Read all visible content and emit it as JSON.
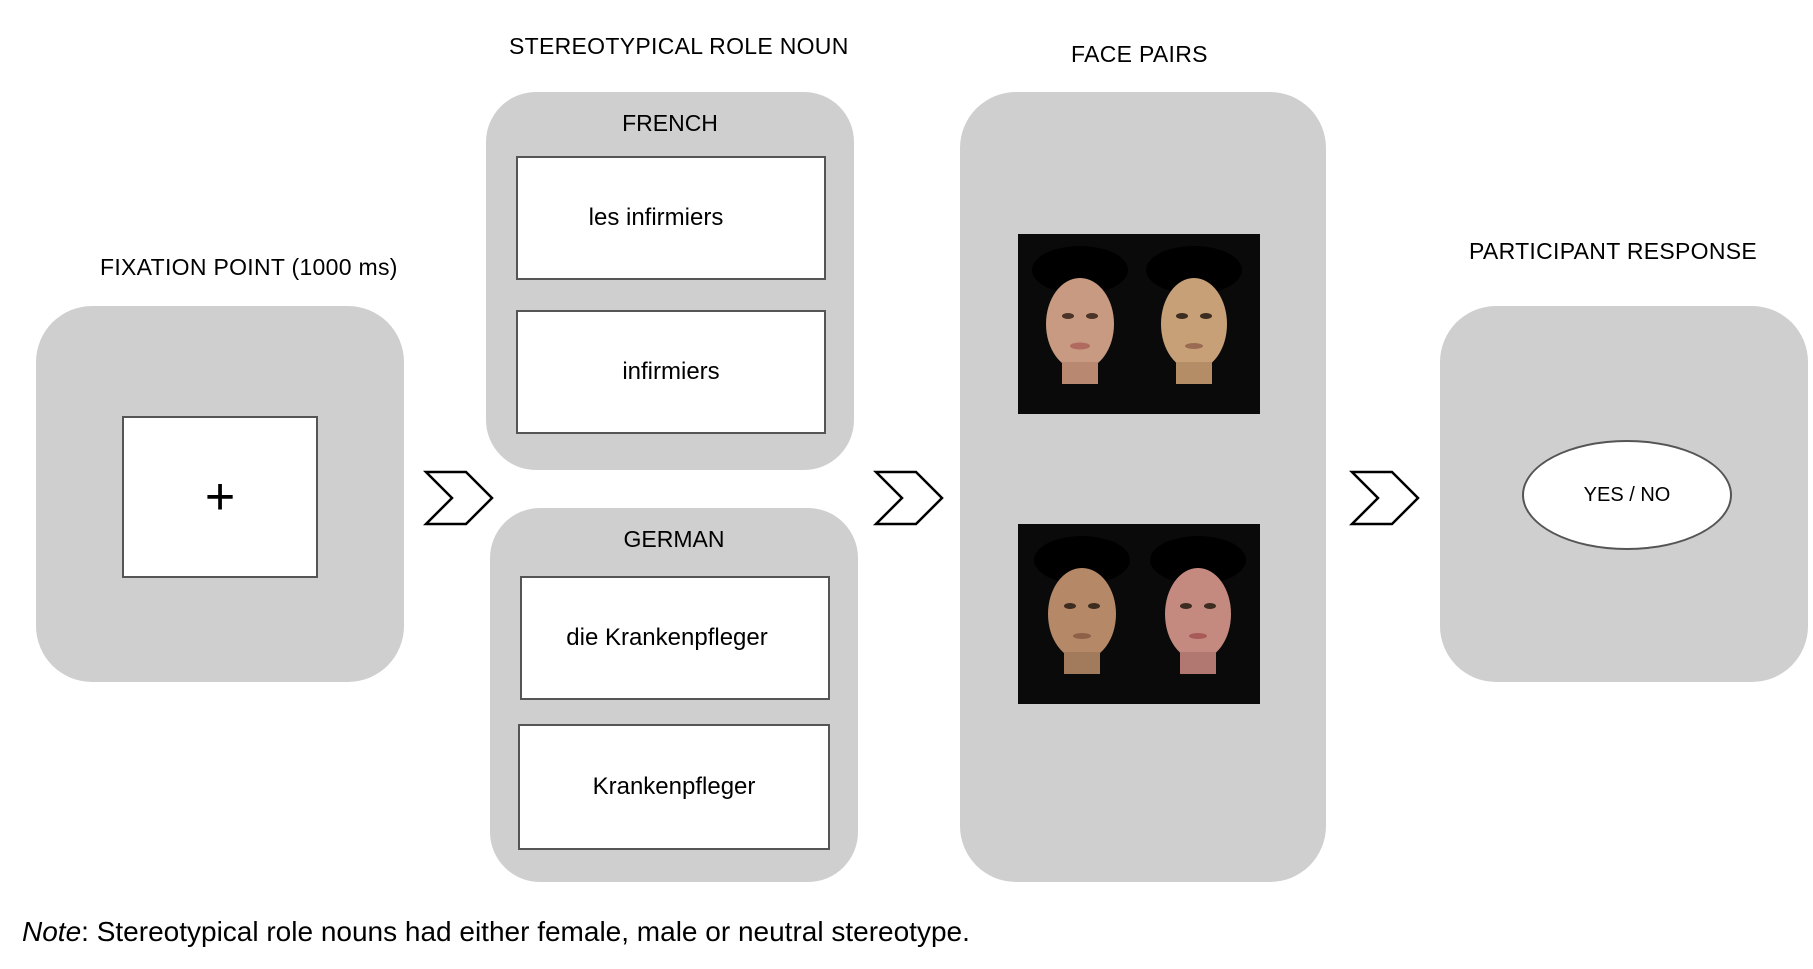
{
  "fixation": {
    "heading": "FIXATION POINT (1000 ms)",
    "symbol": "+"
  },
  "role_noun": {
    "heading": "STEREOTYPICAL ROLE NOUN",
    "french": {
      "label": "FRENCH",
      "with_article": "les infirmiers",
      "without_article": "infirmiers"
    },
    "german": {
      "label": "GERMAN",
      "with_article": "die Krankenpfleger",
      "without_article": "Krankenpfleger"
    }
  },
  "face_pairs": {
    "heading": "FACE PAIRS"
  },
  "response": {
    "heading": "PARTICIPANT RESPONSE",
    "options": "YES / NO"
  },
  "note": {
    "label": "Note",
    "text": ": Stereotypical role nouns had either female, male or neutral stereotype."
  },
  "colors": {
    "panel": "#d0cfcf",
    "box_border": "#555555",
    "photo_bg": "#0a0a0a"
  }
}
